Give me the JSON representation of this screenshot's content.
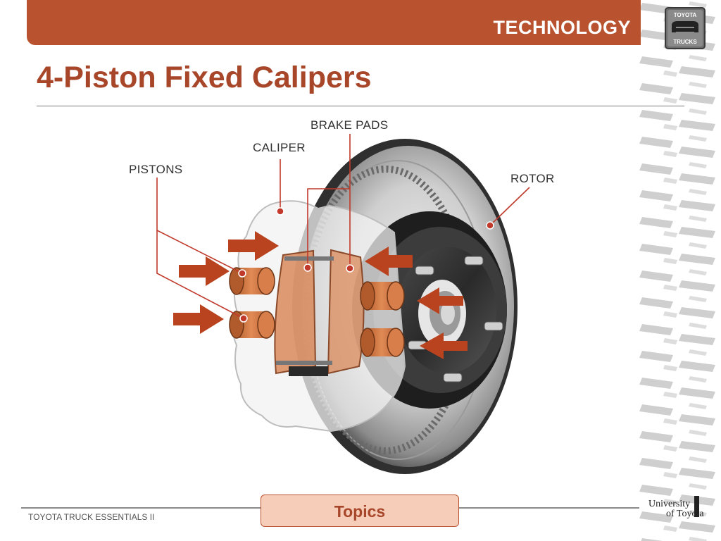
{
  "header": {
    "section_label": "TECHNOLOGY"
  },
  "logo": {
    "line1": "TOYOTA",
    "line2": "TRUCKS"
  },
  "slide": {
    "title": "4-Piston Fixed Calipers"
  },
  "diagram": {
    "labels": {
      "brake_pads": "BRAKE PADS",
      "caliper": "CALIPER",
      "pistons": "PISTONS",
      "rotor": "ROTOR"
    }
  },
  "footer": {
    "course": "TOYOTA TRUCK ESSENTIALS II",
    "topics_button": "Topics",
    "university_line1": "University",
    "university_line2": "of Toyota"
  },
  "colors": {
    "brand": "#b9522f",
    "title": "#a8462a",
    "arrow": "#b9431f",
    "piston": "#d27a4c"
  }
}
